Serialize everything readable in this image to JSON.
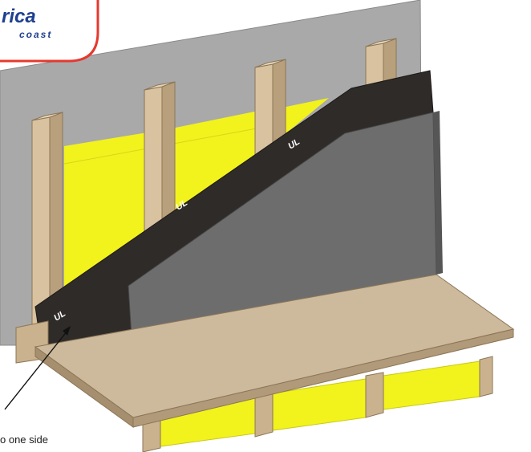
{
  "logo": {
    "brand_fragment": "rica",
    "tagline_fragment": "coast",
    "accent_color": "#e5392f",
    "brand_color": "#1f3f8f"
  },
  "wall": {
    "tape_marks": [
      "UL",
      "UL",
      "UL"
    ]
  },
  "callout": {
    "caption": "o one side"
  },
  "colors": {
    "board_face": "#a8a8a8",
    "board_panel": "#6e6d6e",
    "membrane": "#2f2b29",
    "insulation": "#f2f21d",
    "timber": "#d8c29f",
    "timber_dark": "#b59c78",
    "floor": "#cdb99c"
  }
}
